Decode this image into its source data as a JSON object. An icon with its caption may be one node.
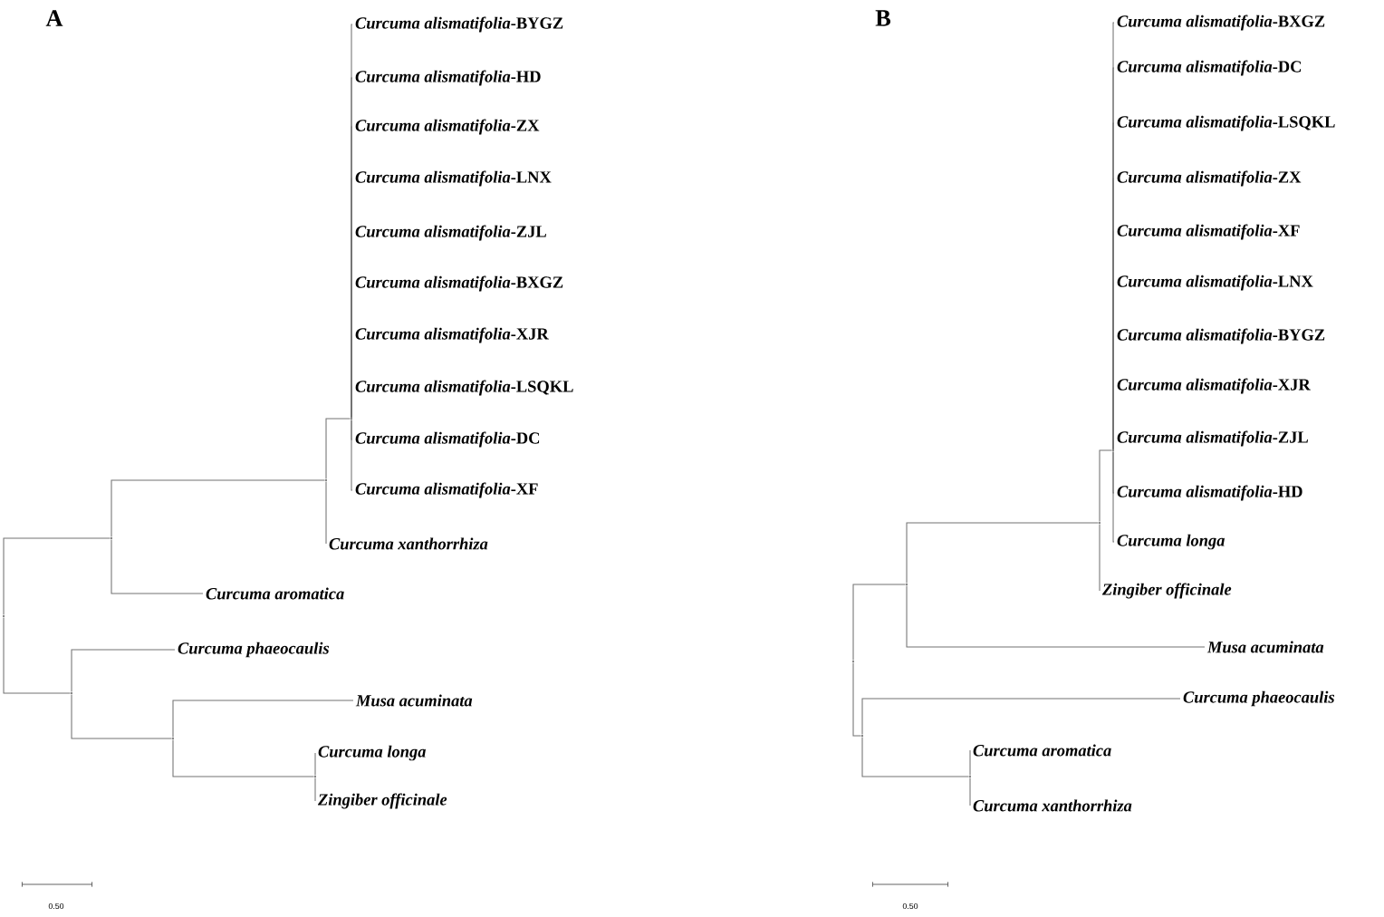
{
  "diagram": {
    "nodes": [
      {
        "text": [
          "*Curcuma alismatifolia*-BYGZ"
        ]
      },
      {
        "text": [
          "*Curcuma alismatifolia*-HD"
        ]
      },
      {
        "text": [
          "*Curcuma alismatifolia*-ZX"
        ]
      },
      {
        "text": [
          "*Curcuma alismatifolia*-LNX"
        ]
      },
      {
        "text": [
          "*Curcuma alismatifolia*-ZJL"
        ]
      },
      {
        "text": [
          "*Curcuma alismatifolia*-BXGZ"
        ]
      },
      {
        "text": [
          "*Curcuma alismatifolia*-XJR"
        ]
      },
      {
        "text": [
          "*Curcuma alismatifolia*-LSQKL"
        ]
      },
      {
        "text": [
          "*Curcuma alismatifolia*-DC"
        ]
      },
      {
        "text": [
          "*Curcuma alismatifolia*-XF"
        ]
      },
      {
        "text": [
          "*Curcuma xanthorrhiza*"
        ]
      },
      {
        "text": [
          "*Curcuma aromatica*"
        ]
      },
      {
        "text": [
          "*Curcuma phaeocaulis*"
        ]
      },
      {
        "text": [
          "*Musa acuminata*"
        ]
      },
      {
        "text": [
          "*Curcuma longa*"
        ]
      },
      {
        "text": [
          "*Zingiber officinale*"
        ]
      },
      {
        "text": [],
        "shape": "point"
      },
      {
        "text": [],
        "shape": "point"
      },
      {
        "text": [],
        "shape": "point"
      },
      {
        "text": [],
        "shape": "point"
      },
      {
        "text": [],
        "shape": "point"
      },
      {
        "text": [],
        "shape": "point"
      },
      {
        "text": [],
        "shape": "point"
      },
      {
        "text": [
          "*Curcuma alismatifolia*-BXGZ"
        ]
      },
      {
        "text": [
          "*Curcuma alismatifolia*-DC"
        ]
      },
      {
        "text": [
          "*Curcuma alismatifolia*-LSQKL"
        ]
      },
      {
        "text": [
          "*Curcuma alismatifolia*-ZX"
        ]
      },
      {
        "text": [
          "*Curcuma alismatifolia*-XF"
        ]
      },
      {
        "text": [
          "*Curcuma alismatifolia*-LNX"
        ]
      },
      {
        "text": [
          "*Curcuma alismatifolia*-BYGZ"
        ]
      },
      {
        "text": [
          "*Curcuma alismatifolia*-XJR"
        ]
      },
      {
        "text": [
          "*Curcuma alismatifolia*-ZJL"
        ]
      },
      {
        "text": [
          "*Curcuma alismatifolia*-HD"
        ]
      },
      {
        "text": [
          "*Curcuma longa*"
        ]
      },
      {
        "text": [
          "*Zingiber officinale*"
        ]
      },
      {
        "text": [
          "*Musa acuminata*"
        ]
      },
      {
        "text": [
          "*Curcuma phaeocaulis*"
        ]
      },
      {
        "text": [
          "*Curcuma aromatica*"
        ]
      },
      {
        "text": [
          "*Curcuma xanthorrhiza*"
        ]
      },
      {
        "text": [],
        "shape": "point"
      },
      {
        "text": [],
        "shape": "point"
      },
      {
        "text": [],
        "shape": "point"
      },
      {
        "text": [],
        "shape": "point"
      },
      {
        "text": [],
        "shape": "point"
      },
      {
        "text": [],
        "shape": "point"
      }
    ],
    "edges": [
      {
        "from": 16,
        "to": 0,
        "arrow": "none"
      },
      {
        "from": 16,
        "to": 1,
        "arrow": "none"
      },
      {
        "from": 16,
        "to": 2,
        "arrow": "none"
      },
      {
        "from": 16,
        "to": 3,
        "arrow": "none"
      },
      {
        "from": 16,
        "to": 4,
        "arrow": "none"
      },
      {
        "from": 16,
        "to": 5,
        "arrow": "none"
      },
      {
        "from": 16,
        "to": 6,
        "arrow": "none"
      },
      {
        "from": 16,
        "to": 7,
        "arrow": "none"
      },
      {
        "from": 16,
        "to": 8,
        "arrow": "none"
      },
      {
        "from": 16,
        "to": 9,
        "arrow": "none"
      },
      {
        "from": 17,
        "to": 16,
        "arrow": "none"
      },
      {
        "from": 17,
        "to": 10,
        "arrow": "none"
      },
      {
        "from": 18,
        "to": 17,
        "arrow": "none"
      },
      {
        "from": 18,
        "to": 11,
        "arrow": "none"
      },
      {
        "from": 19,
        "to": 18,
        "arrow": "none"
      },
      {
        "from": 19,
        "to": 20,
        "arrow": "none"
      },
      {
        "from": 20,
        "to": 12,
        "arrow": "none"
      },
      {
        "from": 20,
        "to": 21,
        "arrow": "none"
      },
      {
        "from": 21,
        "to": 13,
        "arrow": "none"
      },
      {
        "from": 21,
        "to": 22,
        "arrow": "none"
      },
      {
        "from": 22,
        "to": 14,
        "arrow": "none"
      },
      {
        "from": 22,
        "to": 15,
        "arrow": "none"
      },
      {
        "from": 39,
        "to": 23,
        "arrow": "none"
      },
      {
        "from": 39,
        "to": 24,
        "arrow": "none"
      },
      {
        "from": 39,
        "to": 25,
        "arrow": "none"
      },
      {
        "from": 39,
        "to": 26,
        "arrow": "none"
      },
      {
        "from": 39,
        "to": 27,
        "arrow": "none"
      },
      {
        "from": 39,
        "to": 28,
        "arrow": "none"
      },
      {
        "from": 39,
        "to": 29,
        "arrow": "none"
      },
      {
        "from": 39,
        "to": 30,
        "arrow": "none"
      },
      {
        "from": 39,
        "to": 31,
        "arrow": "none"
      },
      {
        "from": 39,
        "to": 32,
        "arrow": "none"
      },
      {
        "from": 39,
        "to": 33,
        "arrow": "none"
      },
      {
        "from": 40,
        "to": 39,
        "arrow": "none"
      },
      {
        "from": 40,
        "to": 34,
        "arrow": "none"
      },
      {
        "from": 41,
        "to": 40,
        "arrow": "none"
      },
      {
        "from": 41,
        "to": 35,
        "arrow": "none"
      },
      {
        "from": 42,
        "to": 41,
        "arrow": "none"
      },
      {
        "from": 42,
        "to": 43,
        "arrow": "none"
      },
      {
        "from": 43,
        "to": 36,
        "arrow": "none"
      },
      {
        "from": 43,
        "to": 44,
        "arrow": "none"
      },
      {
        "from": 44,
        "to": 37,
        "arrow": "none"
      },
      {
        "from": 44,
        "to": 38,
        "arrow": "none"
      }
    ],
    "labels": [
      "A",
      "B",
      "0.50",
      "0.50"
    ]
  }
}
